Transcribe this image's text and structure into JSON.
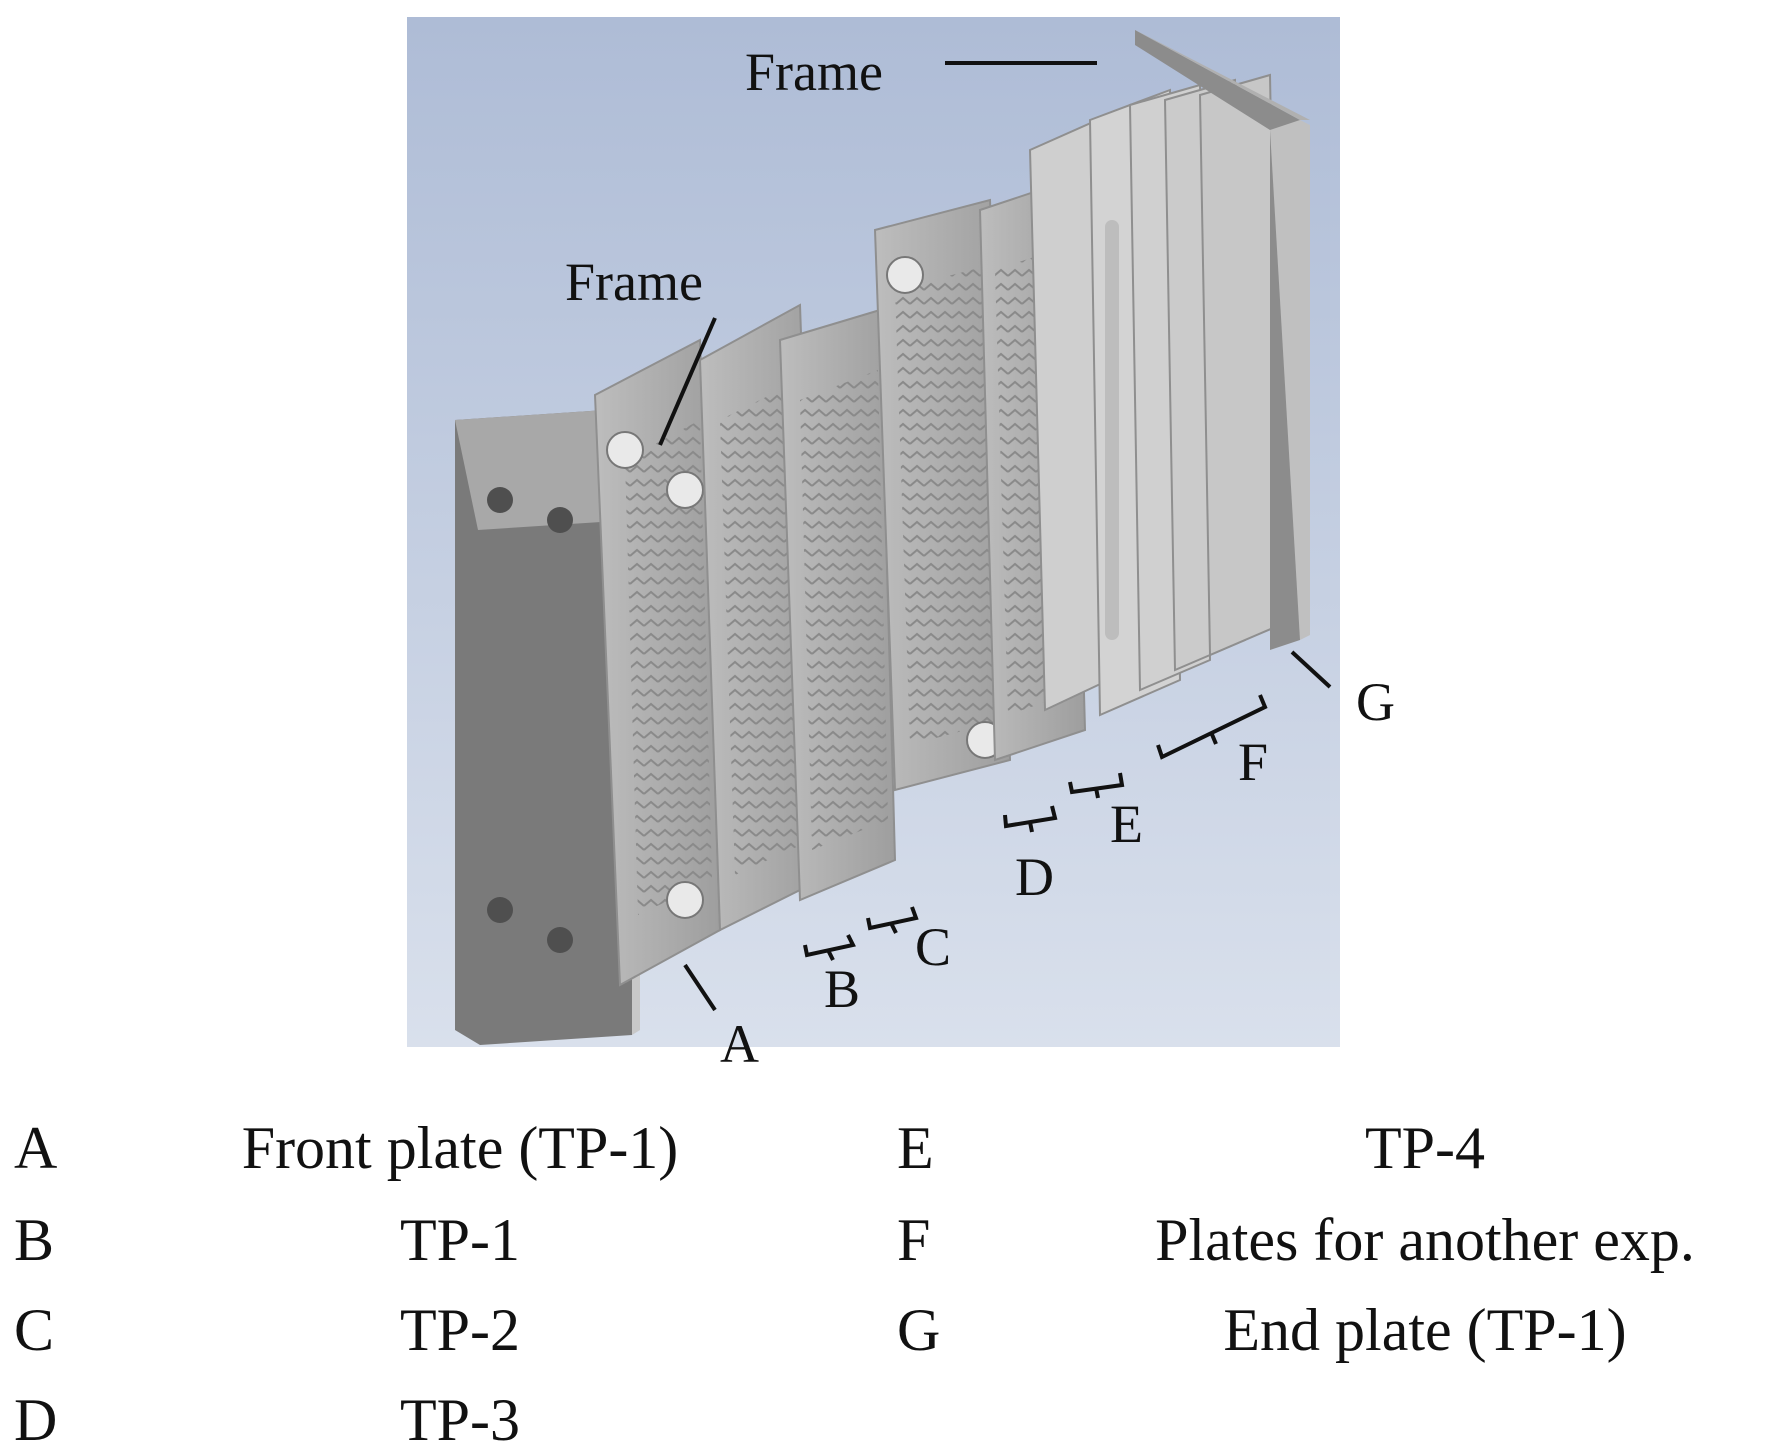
{
  "callouts": {
    "frame_top": "Frame",
    "frame_left": "Frame",
    "a": "A",
    "b": "B",
    "c": "C",
    "d": "D",
    "e": "E",
    "f": "F",
    "g": "G"
  },
  "legend": [
    {
      "code": "A",
      "desc": "Front plate (TP-1)"
    },
    {
      "code": "B",
      "desc": "TP-1"
    },
    {
      "code": "C",
      "desc": "TP-2"
    },
    {
      "code": "D",
      "desc": "TP-3"
    },
    {
      "code": "E",
      "desc": "TP-4"
    },
    {
      "code": "F",
      "desc": "Plates for another exp."
    },
    {
      "code": "G",
      "desc": "End plate (TP-1)"
    }
  ],
  "colors": {
    "background_panel": "#b9c6dc",
    "plate_face": "#9a9a9a",
    "plate_side": "#c4c4c4",
    "plate_dark": "#6f6f6f",
    "line": "#111111"
  }
}
